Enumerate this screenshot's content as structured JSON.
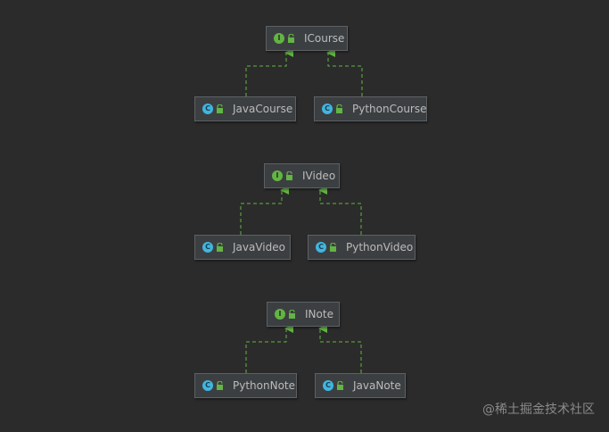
{
  "colors": {
    "background": "#2b2b2b",
    "node_fill": "#3c3f41",
    "node_border": "#5e6163",
    "node_text": "#bbbbbb",
    "interface_badge": "#62b543",
    "class_badge": "#40b6e0",
    "lock_icon": "#62b543",
    "edge": "#62b543"
  },
  "groups": [
    {
      "interface": {
        "badge": "I",
        "icon": "interface-icon",
        "name": "ICourse"
      },
      "implementations": [
        {
          "badge": "C",
          "icon": "class-icon",
          "name": "JavaCourse"
        },
        {
          "badge": "C",
          "icon": "class-icon",
          "name": "PythonCourse"
        }
      ]
    },
    {
      "interface": {
        "badge": "I",
        "icon": "interface-icon",
        "name": "IVideo"
      },
      "implementations": [
        {
          "badge": "C",
          "icon": "class-icon",
          "name": "JavaVideo"
        },
        {
          "badge": "C",
          "icon": "class-icon",
          "name": "PythonVideo"
        }
      ]
    },
    {
      "interface": {
        "badge": "I",
        "icon": "interface-icon",
        "name": "INote"
      },
      "implementations": [
        {
          "badge": "C",
          "icon": "class-icon",
          "name": "PythonNote"
        },
        {
          "badge": "C",
          "icon": "class-icon",
          "name": "JavaNote"
        }
      ]
    }
  ],
  "watermark": "@稀土掘金技术社区"
}
